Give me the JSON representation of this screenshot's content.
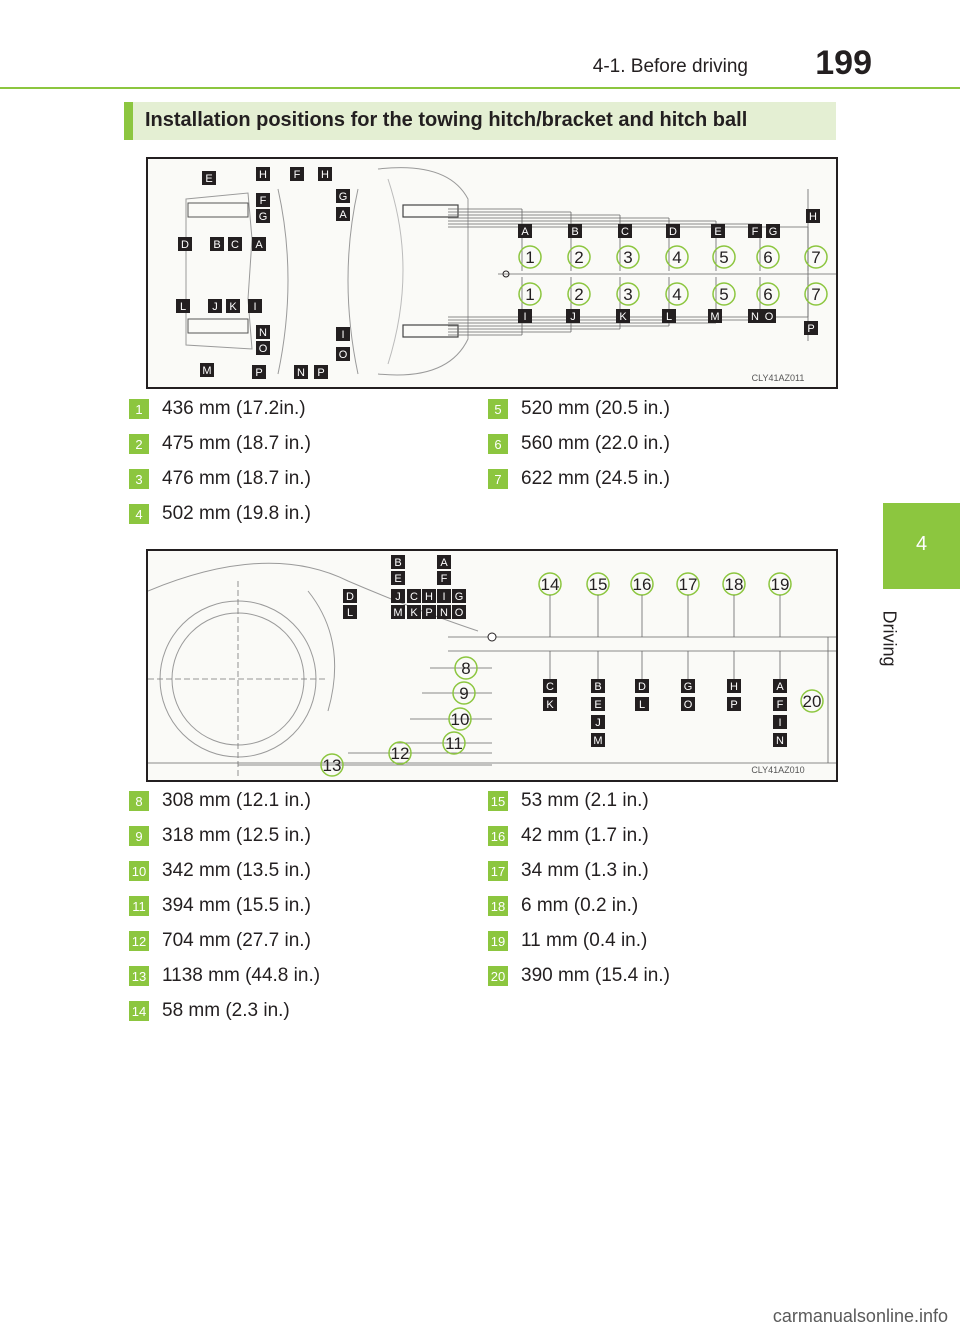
{
  "header": {
    "section": "4-1. Before driving",
    "page_number": "199"
  },
  "side_tab": {
    "number": "4",
    "label": "Driving"
  },
  "section_title": "Installation positions for the towing hitch/bracket and hitch ball",
  "figure1": {
    "code": "CLY41AZ011",
    "upper_letters": [
      "A",
      "B",
      "C",
      "D",
      "E",
      "F",
      "G",
      "H"
    ],
    "lower_letters": [
      "I",
      "J",
      "K",
      "L",
      "M",
      "N",
      "O",
      "P"
    ],
    "numbers": [
      "1",
      "2",
      "3",
      "4",
      "5",
      "6",
      "7"
    ],
    "view_letters": [
      "E",
      "H",
      "F",
      "G",
      "D",
      "B",
      "C",
      "A",
      "F",
      "H",
      "G",
      "A",
      "L",
      "J",
      "K",
      "I",
      "N",
      "O",
      "M",
      "P",
      "I",
      "O",
      "N",
      "P"
    ]
  },
  "list1": [
    {
      "num": "1",
      "text": "436 mm (17.2in.)"
    },
    {
      "num": "2",
      "text": "475 mm (18.7 in.)"
    },
    {
      "num": "3",
      "text": "476 mm (18.7 in.)"
    },
    {
      "num": "4",
      "text": "502 mm (19.8 in.)"
    },
    {
      "num": "5",
      "text": "520 mm (20.5 in.)"
    },
    {
      "num": "6",
      "text": "560 mm (22.0 in.)"
    },
    {
      "num": "7",
      "text": "622 mm (24.5 in.)"
    }
  ],
  "figure2": {
    "code": "CLY41AZ010",
    "top_numbers": [
      "14",
      "15",
      "16",
      "17",
      "18",
      "19"
    ],
    "right_number": "20",
    "dim_numbers": [
      "8",
      "9",
      "10",
      "11",
      "12",
      "13"
    ],
    "letter_columns": [
      [
        "C",
        "K"
      ],
      [
        "B",
        "E",
        "J",
        "M"
      ],
      [
        "D",
        "L"
      ],
      [
        "G",
        "O"
      ],
      [
        "H",
        "P"
      ],
      [
        "A",
        "F",
        "I",
        "N"
      ]
    ],
    "top_letters": [
      "B",
      "E",
      "A",
      "F",
      "D",
      "L",
      "J",
      "C",
      "H",
      "I",
      "G",
      "M",
      "K",
      "P",
      "N",
      "O"
    ]
  },
  "list2": [
    {
      "num": "8",
      "text": "308 mm (12.1 in.)"
    },
    {
      "num": "9",
      "text": "318 mm (12.5 in.)"
    },
    {
      "num": "10",
      "text": "342 mm (13.5 in.)"
    },
    {
      "num": "11",
      "text": "394 mm (15.5 in.)"
    },
    {
      "num": "12",
      "text": "704 mm (27.7 in.)"
    },
    {
      "num": "13",
      "text": "1138 mm (44.8 in.)"
    },
    {
      "num": "14",
      "text": "58 mm (2.3 in.)"
    },
    {
      "num": "15",
      "text": "53 mm (2.1 in.)"
    },
    {
      "num": "16",
      "text": "42 mm (1.7 in.)"
    },
    {
      "num": "17",
      "text": "34 mm (1.3 in.)"
    },
    {
      "num": "18",
      "text": "6 mm (0.2 in.)"
    },
    {
      "num": "19",
      "text": "11 mm (0.4 in.)"
    },
    {
      "num": "20",
      "text": "390 mm (15.4 in.)"
    }
  ],
  "watermark": "carmanualsonline.info"
}
